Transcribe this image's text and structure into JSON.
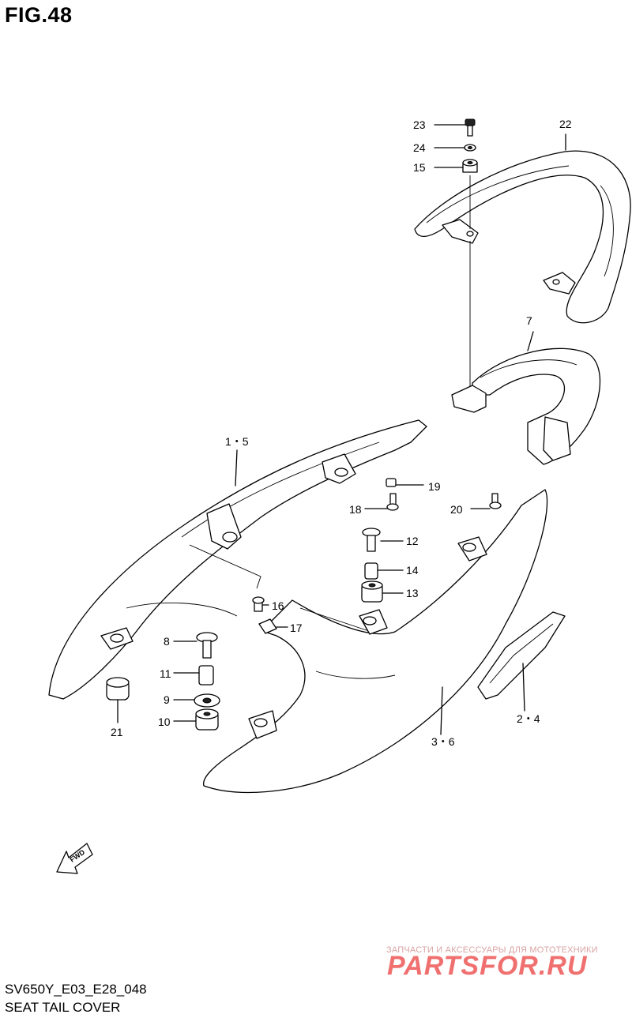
{
  "figure": {
    "title": "FIG.48"
  },
  "footer": {
    "model_code": "SV650Y_E03_E28_048",
    "section_name": "SEAT TAIL COVER"
  },
  "watermark": {
    "tagline": "ЗАПЧАСТИ И АКСЕССУАРЫ ДЛЯ МОТОТЕХНИКИ",
    "brand": "PARTSFOR.RU"
  },
  "direction_arrow": {
    "label": "FWD"
  },
  "callouts": {
    "c23": "23",
    "c24": "24",
    "c15": "15",
    "c22": "22",
    "c7": "7",
    "c1_5": "1・5",
    "c19": "19",
    "c18": "18",
    "c20": "20",
    "c12": "12",
    "c14": "14",
    "c13": "13",
    "c16": "16",
    "c17": "17",
    "c8": "8",
    "c11": "11",
    "c9": "9",
    "c10": "10",
    "c21": "21",
    "c2_4": "2・4",
    "c3_6": "3・6"
  }
}
